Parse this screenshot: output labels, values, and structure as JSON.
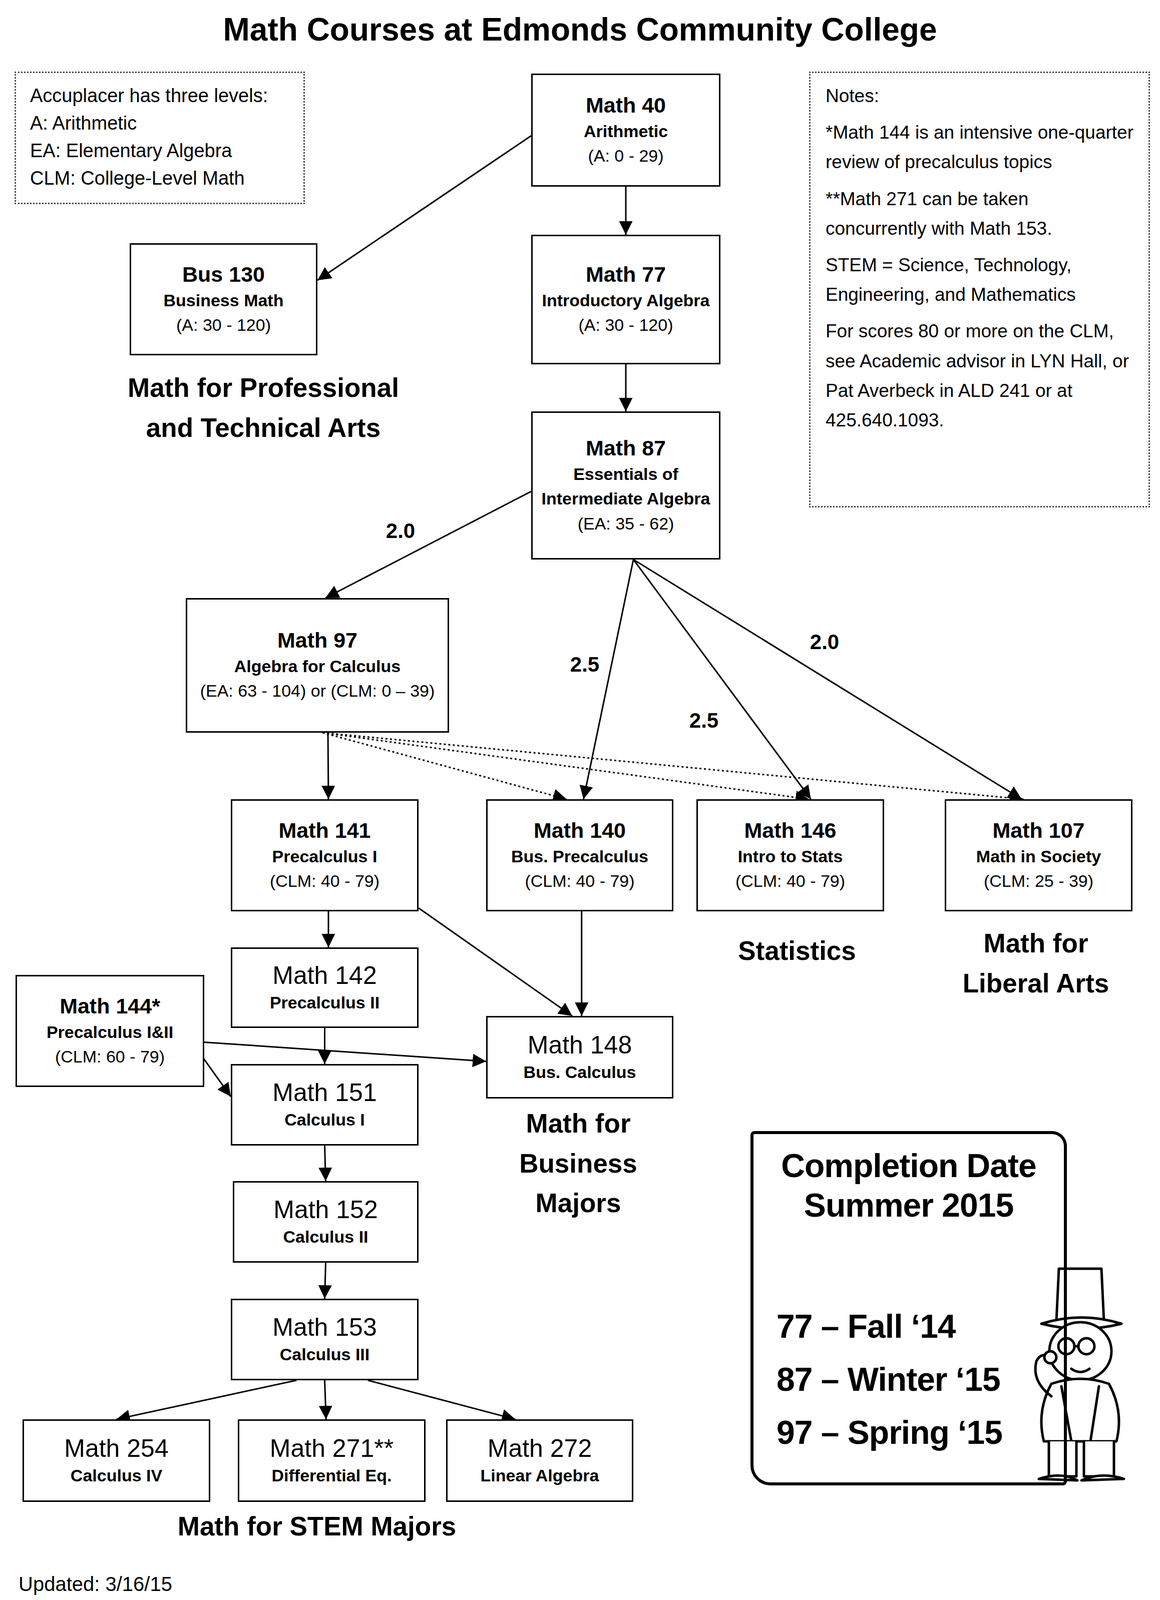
{
  "diagram": {
    "title": "Math Courses at Edmonds Community College",
    "nodes": [
      {
        "text": [
          "Accuplacer has three levels:",
          "A: Arithmetic",
          "EA: Elementary Algebra",
          "CLM: College-Level Math"
        ]
      },
      {
        "text": [
          "Math 40",
          "Arithmetic",
          "(A: 0 - 29)"
        ]
      },
      {
        "text": [
          "Notes:",
          "*Math 144 is an intensive one-quarter review of precalculus topics",
          "**Math 271 can be taken concurrently with Math 153.",
          "STEM = Science, Technology, Engineering, and Mathematics",
          "For scores 80 or more on the CLM, see Academic advisor in LYN Hall, or Pat Averbeck in ALD 241 or at 425.640.1093."
        ]
      },
      {
        "text": [
          "Bus 130",
          "Business Math",
          "(A: 30 - 120)"
        ]
      },
      {
        "text": [
          "Math 77",
          "Introductory Algebra",
          "(A: 30 - 120)"
        ]
      },
      {
        "text": [
          "Math 87",
          "Essentials of Intermediate Algebra",
          "(EA: 35 - 62)"
        ]
      },
      {
        "text": [
          "Math 97",
          "Algebra for Calculus",
          "(EA: 63 - 104) or (CLM: 0 – 39)"
        ]
      },
      {
        "text": [
          "Math 141",
          "Precalculus I",
          "(CLM: 40 - 79)"
        ]
      },
      {
        "text": [
          "Math 140",
          "Bus. Precalculus",
          "(CLM: 40 - 79)"
        ]
      },
      {
        "text": [
          "Math 146",
          "Intro to Stats",
          "(CLM: 40 - 79)"
        ]
      },
      {
        "text": [
          "Math 107",
          "Math in Society",
          "(CLM: 25 - 39)"
        ]
      },
      {
        "text": [
          "Math 142",
          "Precalculus II"
        ]
      },
      {
        "text": [
          "Math 144*",
          "Precalculus I&II",
          "(CLM: 60 - 79)"
        ]
      },
      {
        "text": [
          "Math 148",
          "Bus. Calculus"
        ]
      },
      {
        "text": [
          "Math 151",
          "Calculus I"
        ]
      },
      {
        "text": [
          "Math 152",
          "Calculus II"
        ]
      },
      {
        "text": [
          "Math 153",
          "Calculus III"
        ]
      },
      {
        "text": [
          "Math 254",
          "Calculus IV"
        ]
      },
      {
        "text": [
          "Math 271**",
          "Differential Eq."
        ]
      },
      {
        "text": [
          "Math 272",
          "Linear Algebra"
        ]
      },
      {
        "text": [
          "Completion Date Summer 2015",
          "77 – Fall ‘14",
          "87 – Winter ‘15",
          "97 – Spring ‘15"
        ]
      }
    ],
    "edges": [
      {
        "from": 1,
        "to": 3,
        "arrow": "to"
      },
      {
        "from": 1,
        "to": 4,
        "arrow": "to"
      },
      {
        "from": 4,
        "to": 5,
        "arrow": "to"
      },
      {
        "from": 5,
        "to": 6,
        "label": "2.0",
        "arrow": "to"
      },
      {
        "from": 5,
        "to": 8,
        "label": "2.5",
        "arrow": "to"
      },
      {
        "from": 5,
        "to": 9,
        "label": "2.5",
        "arrow": "to"
      },
      {
        "from": 5,
        "to": 10,
        "label": "2.0",
        "arrow": "to"
      },
      {
        "from": 6,
        "to": 7,
        "arrow": "to"
      },
      {
        "from": 6,
        "to": 8,
        "arrow": "to"
      },
      {
        "from": 6,
        "to": 9,
        "arrow": "to"
      },
      {
        "from": 6,
        "to": 10,
        "arrow": "to"
      },
      {
        "from": 7,
        "to": 11,
        "arrow": "to"
      },
      {
        "from": 7,
        "to": 13,
        "arrow": "to"
      },
      {
        "from": 8,
        "to": 13,
        "arrow": "to"
      },
      {
        "from": 11,
        "to": 14,
        "arrow": "to"
      },
      {
        "from": 12,
        "to": 14,
        "arrow": "to"
      },
      {
        "from": 12,
        "to": 13,
        "arrow": "to"
      },
      {
        "from": 14,
        "to": 15,
        "arrow": "to"
      },
      {
        "from": 15,
        "to": 16,
        "arrow": "to"
      },
      {
        "from": 16,
        "to": 17,
        "arrow": "to"
      },
      {
        "from": 16,
        "to": 18,
        "arrow": "to"
      },
      {
        "from": 16,
        "to": 19,
        "arrow": "to"
      }
    ],
    "labels": [
      "Math for Professional and Technical Arts",
      "Statistics",
      "Math for Liberal Arts",
      "Math for Business Majors",
      "Math for STEM Majors",
      "Updated: 3/16/15"
    ]
  }
}
